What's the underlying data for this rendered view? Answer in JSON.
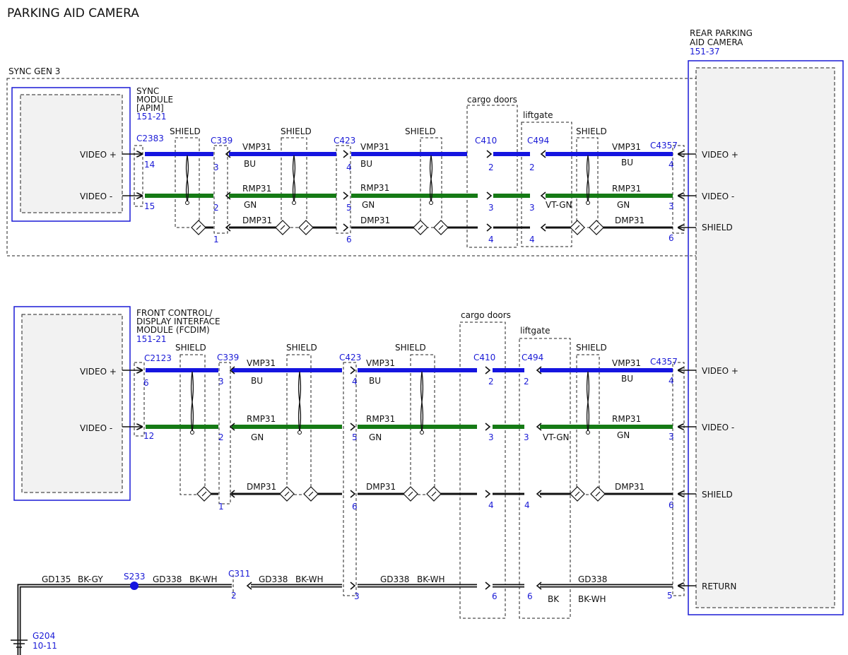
{
  "title": "PARKING AID CAMERA",
  "sync_group": {
    "label": "SYNC GEN 3",
    "module_label": [
      "SYNC",
      "MODULE",
      "[APIM]"
    ],
    "module_ref": "151-21"
  },
  "fcdim": {
    "module_label": [
      "FRONT CONTROL/",
      "DISPLAY INTERFACE",
      "MODULE (FCDIM)"
    ],
    "module_ref": "151-21"
  },
  "camera": {
    "label": [
      "REAR PARKING",
      "AID CAMERA"
    ],
    "ref": "151-37"
  },
  "regions": {
    "cargo_doors": "cargo doors",
    "liftgate": "liftgate",
    "shield": "SHIELD"
  },
  "pins": {
    "video_plus": "VIDEO +",
    "video_minus": "VIDEO -",
    "shield": "SHIELD",
    "return": "RETURN"
  },
  "circuits": {
    "vmp": "VMP31",
    "rmp": "RMP31",
    "dmp": "DMP31",
    "bu": "BU",
    "gn": "GN",
    "vtgn": "VT-GN",
    "gd135": "GD135",
    "gd338": "GD338",
    "bkgy": "BK-GY",
    "bkwh": "BK-WH",
    "bk": "BK"
  },
  "sync_connectors": {
    "c2383": "C2383",
    "c339": "C339",
    "c423": "C423",
    "c410": "C410",
    "c494": "C494",
    "c4357": "C4357",
    "c2383_pins": [
      "14",
      "15"
    ],
    "c339_pins": [
      "3",
      "2",
      "1"
    ],
    "c423_pins": [
      "4",
      "5",
      "6"
    ],
    "c410_pins": [
      "2",
      "3",
      "4"
    ],
    "c494_pins": [
      "2",
      "3",
      "4"
    ],
    "c4357_pins": [
      "4",
      "3",
      "6"
    ]
  },
  "fcdim_connectors": {
    "c2123": "C2123",
    "c339": "C339",
    "c423": "C423",
    "c410": "C410",
    "c494": "C494",
    "c4357": "C4357",
    "c2123_pins": [
      "6",
      "12"
    ],
    "c339_pins": [
      "3",
      "2",
      "1"
    ],
    "c423_pins": [
      "4",
      "5",
      "6"
    ],
    "c410_pins": [
      "2",
      "3",
      "4",
      "6"
    ],
    "c494_pins": [
      "2",
      "3",
      "4",
      "6"
    ],
    "c4357_pins": [
      "4",
      "3",
      "6",
      "5"
    ]
  },
  "ground": {
    "splice": "S233",
    "c311": "C311",
    "c311_pin": "2",
    "c423_pin": "3",
    "ground_id": "G204",
    "ground_ref": "10-11"
  },
  "colors": {
    "blue_wire": "#1515e0",
    "green_wire": "#157a15",
    "black_wire": "#111111",
    "ref_text": "#1a1ad6"
  }
}
